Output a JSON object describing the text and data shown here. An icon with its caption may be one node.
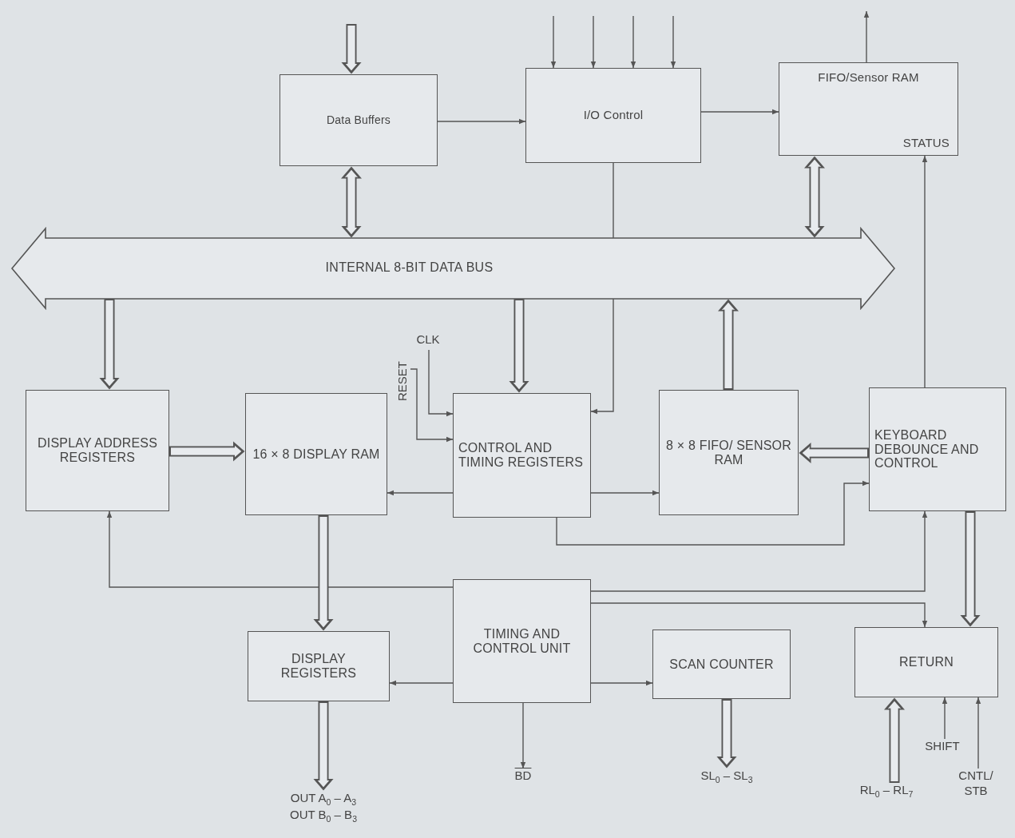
{
  "diagram": {
    "nodes": [
      {
        "text": [
          "Data Buffers"
        ]
      },
      {
        "text": [
          "I/O Control"
        ]
      },
      {
        "text": [
          "FIFO/Sensor RAM",
          "STATUS"
        ]
      },
      {
        "text": [
          "INTERNAL 8-BIT DATA BUS"
        ]
      },
      {
        "text": [
          "DISPLAY ADDRESS REGISTERS"
        ]
      },
      {
        "text": [
          "16 × 8 DISPLAY RAM"
        ]
      },
      {
        "text": [
          "CONTROL AND TIMING REGISTERS"
        ]
      },
      {
        "text": [
          "8 × 8 FIFO/ SENSOR RAM"
        ]
      },
      {
        "text": [
          "KEYBOARD DEBOUNCE AND CONTROL"
        ]
      },
      {
        "text": [
          "TIMING AND CONTROL UNIT"
        ]
      },
      {
        "text": [
          "DISPLAY REGISTERS"
        ]
      },
      {
        "text": [
          "SCAN COUNTER"
        ]
      },
      {
        "text": [
          "RETURN"
        ]
      },
      {
        "text": [
          "CLK"
        ]
      },
      {
        "text": [
          "RESET"
        ]
      },
      {
        "text": [
          "OUT A$_{0}$ – A$_{3}$",
          "OUT B$_{0}$ – B$_{3}$"
        ]
      },
      {
        "text": [
          "BD"
        ]
      },
      {
        "text": [
          "SL$_{0}$ – SL$_{3}$"
        ]
      },
      {
        "text": [
          "RL$_{0}$ – RL$_{7}$"
        ]
      },
      {
        "text": [
          "SHIFT"
        ]
      },
      {
        "text": [
          "CNTL/ STB"
        ]
      }
    ],
    "edges": [
      {
        "from": null,
        "to": 0,
        "arrow": "to",
        "style": "thick"
      },
      {
        "from": 0,
        "to": 3,
        "arrow": "both",
        "style": "thick"
      },
      {
        "from": 0,
        "to": 1,
        "arrow": "to"
      },
      {
        "from": null,
        "to": 1,
        "arrow": "to"
      },
      {
        "from": null,
        "to": 1,
        "arrow": "to"
      },
      {
        "from": null,
        "to": 1,
        "arrow": "to"
      },
      {
        "from": null,
        "to": 1,
        "arrow": "to"
      },
      {
        "from": 1,
        "to": 2,
        "arrow": "to"
      },
      {
        "from": 2,
        "to": null,
        "arrow": "to"
      },
      {
        "from": 2,
        "to": 3,
        "arrow": "both",
        "style": "thick"
      },
      {
        "from": 1,
        "to": 3,
        "arrow": "none"
      },
      {
        "from": 3,
        "to": 4,
        "arrow": "to",
        "style": "thick"
      },
      {
        "from": 3,
        "to": 6,
        "arrow": "to",
        "style": "thick"
      },
      {
        "from": 7,
        "to": 3,
        "arrow": "to",
        "style": "thick"
      },
      {
        "from": 4,
        "to": 5,
        "arrow": "to",
        "style": "thick"
      },
      {
        "from": 6,
        "to": 5,
        "arrow": "to"
      },
      {
        "from": 6,
        "to": 7,
        "arrow": "to"
      },
      {
        "from": 13,
        "to": 6,
        "arrow": "to"
      },
      {
        "from": 14,
        "to": 6,
        "arrow": "to"
      },
      {
        "from": 8,
        "to": 7,
        "arrow": "to",
        "style": "thick"
      },
      {
        "from": 8,
        "to": 2,
        "arrow": "to"
      },
      {
        "from": 6,
        "to": 8,
        "arrow": "to"
      },
      {
        "from": 9,
        "to": 4,
        "arrow": "to"
      },
      {
        "from": 9,
        "to": 8,
        "arrow": "to"
      },
      {
        "from": 9,
        "to": 12,
        "arrow": "to"
      },
      {
        "from": 5,
        "to": 10,
        "arrow": "to",
        "style": "thick"
      },
      {
        "from": 9,
        "to": 10,
        "arrow": "to"
      },
      {
        "from": 9,
        "to": 11,
        "arrow": "to"
      },
      {
        "from": 9,
        "to": 16,
        "arrow": "to"
      },
      {
        "from": 10,
        "to": 15,
        "arrow": "to",
        "style": "thick"
      },
      {
        "from": 11,
        "to": 17,
        "arrow": "to",
        "style": "thick"
      },
      {
        "from": 8,
        "to": 12,
        "arrow": "to",
        "style": "thick"
      },
      {
        "from": 18,
        "to": 12,
        "arrow": "to",
        "style": "thick"
      },
      {
        "from": 19,
        "to": 12,
        "arrow": "to"
      },
      {
        "from": 20,
        "to": 12,
        "arrow": "to"
      },
      {
        "from": 3,
        "to": 6,
        "arrow": "to"
      }
    ]
  }
}
